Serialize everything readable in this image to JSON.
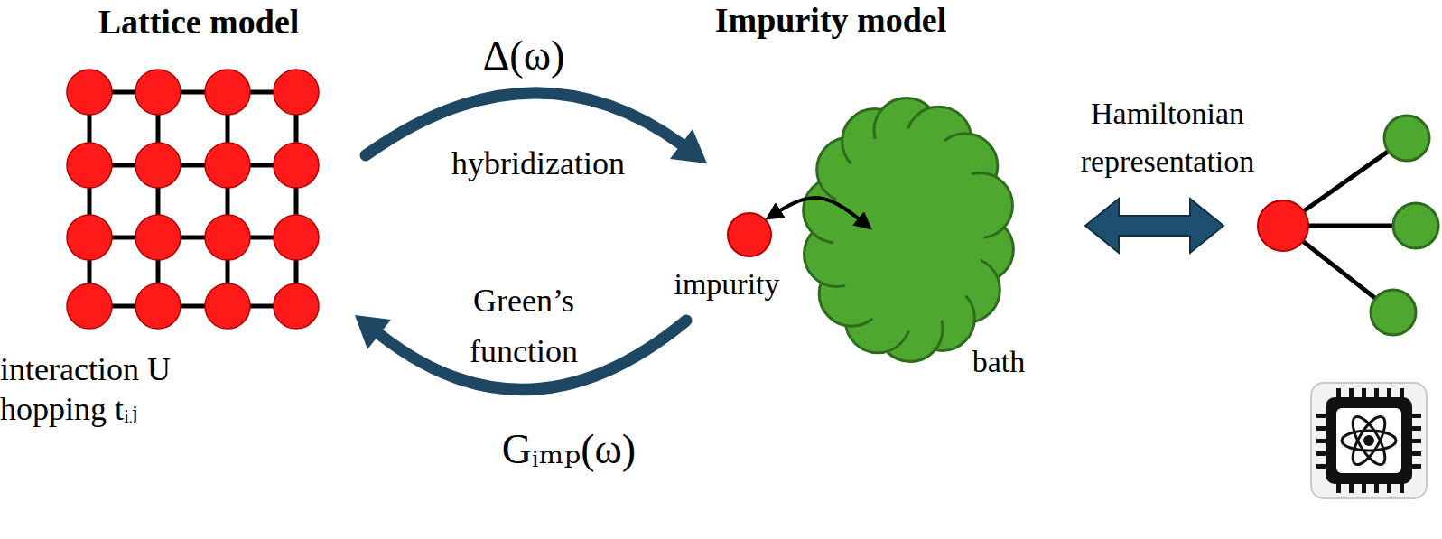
{
  "diagram": {
    "nodes": [
      {
        "text": [
          "Lattice model",
          "interaction U hopping tᵢⱼ"
        ]
      },
      {
        "text": [
          "impurity"
        ]
      },
      {
        "text": [
          "bath"
        ]
      }
    ],
    "edges": [
      {
        "from": 1,
        "to": 2,
        "arrow": "both"
      }
    ],
    "labels": [
      "Impurity model",
      "Δ(ω)",
      "hybridization",
      "Green’s function",
      "Gᵢₘₚ(ω)",
      "Hamiltonian representation"
    ]
  }
}
